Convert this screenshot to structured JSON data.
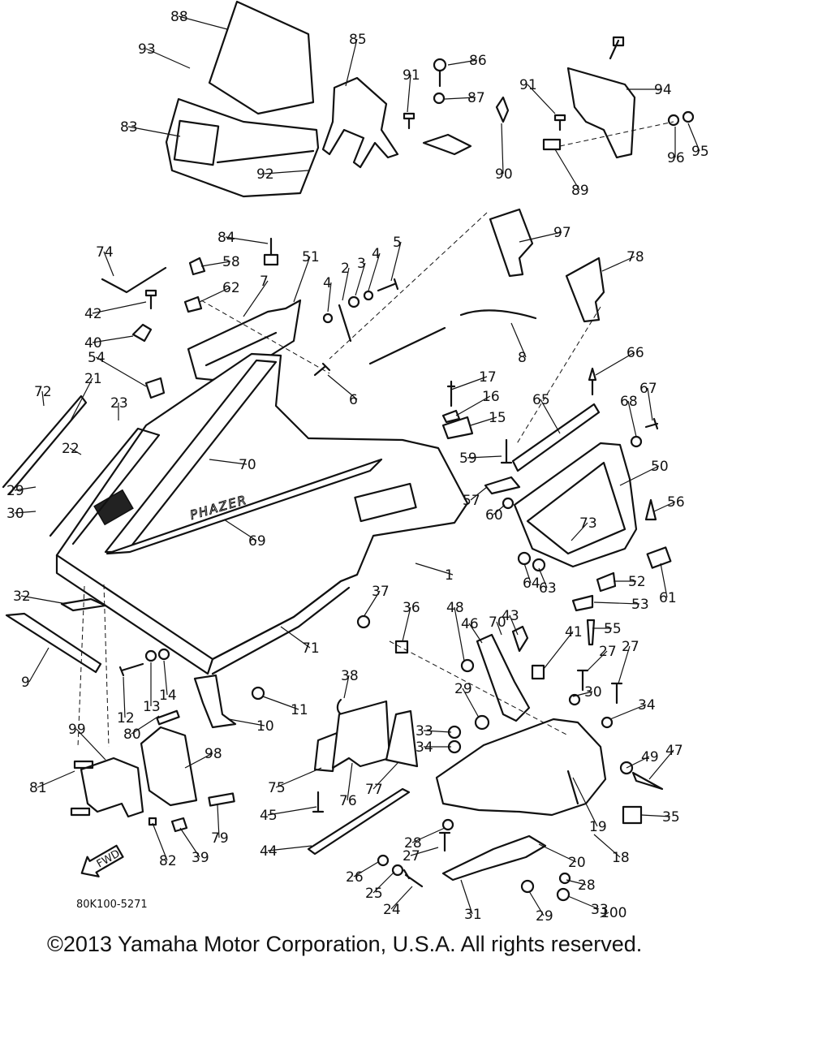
{
  "diagram": {
    "drawing_code": "80K100-5271",
    "fwd_label": "FWD",
    "brand_label": "PHAZER",
    "callouts": [
      "1",
      "2",
      "3",
      "4",
      "4",
      "5",
      "6",
      "7",
      "8",
      "9",
      "10",
      "11",
      "12",
      "13",
      "14",
      "15",
      "16",
      "17",
      "18",
      "19",
      "20",
      "21",
      "22",
      "23",
      "24",
      "25",
      "26",
      "27",
      "27",
      "27",
      "28",
      "28",
      "29",
      "29",
      "29",
      "30",
      "30",
      "31",
      "32",
      "33",
      "33",
      "34",
      "34",
      "35",
      "36",
      "37",
      "38",
      "39",
      "40",
      "41",
      "42",
      "43",
      "44",
      "45",
      "46",
      "47",
      "48",
      "49",
      "50",
      "51",
      "52",
      "53",
      "54",
      "55",
      "56",
      "57",
      "58",
      "59",
      "60",
      "61",
      "62",
      "63",
      "64",
      "65",
      "66",
      "67",
      "68",
      "69",
      "70",
      "70",
      "71",
      "72",
      "73",
      "74",
      "75",
      "76",
      "77",
      "78",
      "79",
      "80",
      "81",
      "82",
      "83",
      "84",
      "85",
      "86",
      "87",
      "88",
      "89",
      "90",
      "91",
      "91",
      "92",
      "93",
      "94",
      "95",
      "96",
      "97",
      "98",
      "99",
      "100"
    ]
  },
  "footer": {
    "copyright": "©2013 Yamaha Motor Corporation, U.S.A. All rights reserved."
  }
}
